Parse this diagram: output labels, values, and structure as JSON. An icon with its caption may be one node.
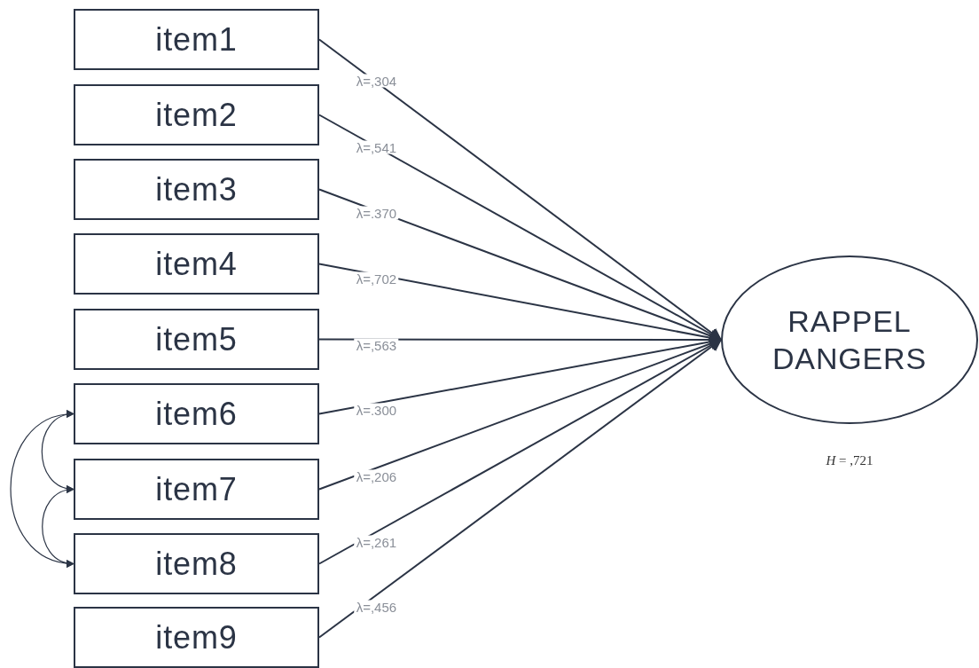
{
  "diagram": {
    "nodes": [
      {
        "text": [
          "item1"
        ]
      },
      {
        "text": [
          "item2"
        ]
      },
      {
        "text": [
          "item3"
        ]
      },
      {
        "text": [
          "item4"
        ]
      },
      {
        "text": [
          "item5"
        ]
      },
      {
        "text": [
          "item6"
        ]
      },
      {
        "text": [
          "item7"
        ]
      },
      {
        "text": [
          "item8"
        ]
      },
      {
        "text": [
          "item9"
        ]
      },
      {
        "text": [
          "RAPPEL DANGERS"
        ],
        "beside": [
          "*H* = ,721"
        ]
      }
    ],
    "edges": [
      {
        "from": 0,
        "to": 9,
        "arrow": "to",
        "label": "λ=,304"
      },
      {
        "from": 1,
        "to": 9,
        "arrow": "to",
        "label": "λ=,541"
      },
      {
        "from": 2,
        "to": 9,
        "arrow": "to",
        "label": "λ=.370"
      },
      {
        "from": 3,
        "to": 9,
        "arrow": "to",
        "label": "λ=,702"
      },
      {
        "from": 4,
        "to": 9,
        "arrow": "to",
        "label": "λ=,563"
      },
      {
        "from": 5,
        "to": 9,
        "arrow": "to",
        "label": "λ=.300"
      },
      {
        "from": 6,
        "to": 9,
        "arrow": "to",
        "label": "λ=,206"
      },
      {
        "from": 7,
        "to": 9,
        "arrow": "to",
        "label": "λ=,261"
      },
      {
        "from": 8,
        "to": 9,
        "arrow": "to",
        "label": "λ=,456"
      },
      {
        "from": 5,
        "to": 6,
        "arrow": "both"
      },
      {
        "from": 6,
        "to": 7,
        "arrow": "both"
      },
      {
        "from": 5,
        "to": 7,
        "arrow": "both"
      }
    ]
  }
}
